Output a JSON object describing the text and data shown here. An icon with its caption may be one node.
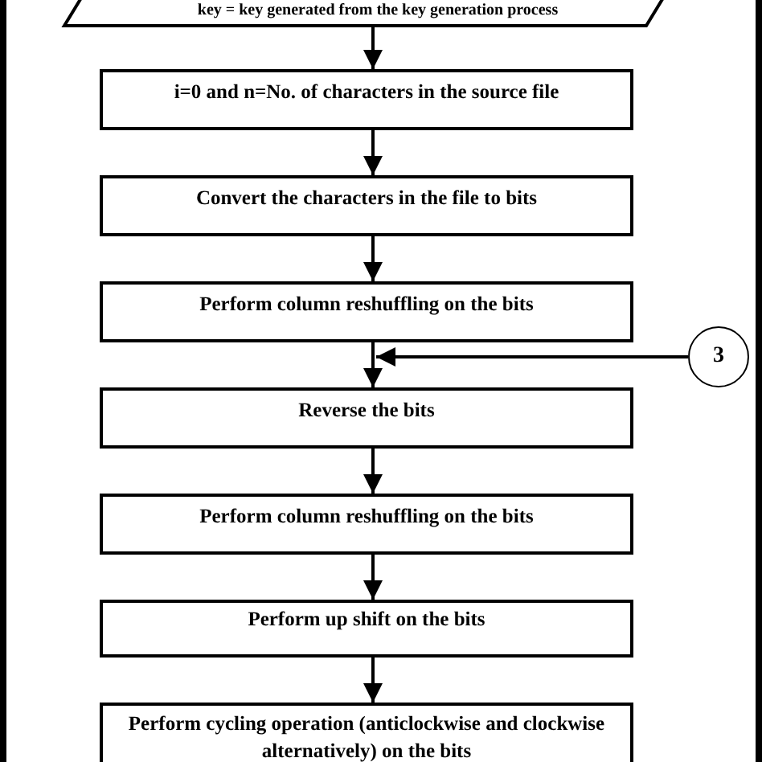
{
  "diagram": {
    "nodes": [
      {
        "text": [
          "key = key generated from the key generation process"
        ]
      },
      {
        "text": [
          "i=0 and n=No. of characters in the source file"
        ]
      },
      {
        "text": [
          "Convert the characters in the file to bits"
        ]
      },
      {
        "text": [
          "Perform column reshuffling on the bits"
        ]
      },
      {
        "text": [
          "Reverse the bits"
        ]
      },
      {
        "text": [
          "Perform column reshuffling on the bits"
        ]
      },
      {
        "text": [
          "Perform up shift on the bits"
        ]
      },
      {
        "text": [
          "Perform cycling operation (anticlockwise and clockwise alternatively) on the bits"
        ]
      },
      {
        "text": [
          "3"
        ]
      }
    ],
    "edges": [
      {
        "from": 0,
        "to": 1,
        "arrow": "to"
      },
      {
        "from": 1,
        "to": 2,
        "arrow": "to"
      },
      {
        "from": 2,
        "to": 3,
        "arrow": "to"
      },
      {
        "from": 3,
        "to": 4,
        "arrow": "to"
      },
      {
        "from": 4,
        "to": 5,
        "arrow": "to"
      },
      {
        "from": 5,
        "to": 6,
        "arrow": "to"
      },
      {
        "from": 6,
        "to": 7,
        "arrow": "to"
      },
      {
        "from": 8,
        "to": 4,
        "arrow": "to"
      }
    ]
  }
}
